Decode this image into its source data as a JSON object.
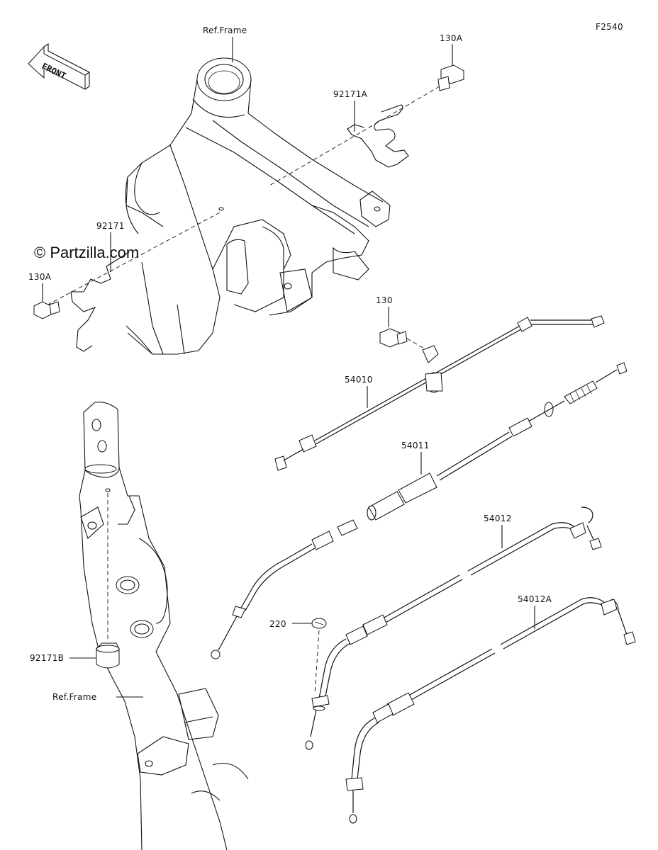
{
  "diagram_code": "F2540",
  "watermark": "© Partzilla.com",
  "front_arrow": "FRONT",
  "labels": {
    "ref_frame_top": "Ref.Frame",
    "ref_frame_bottom": "Ref.Frame",
    "bolt_130A_top": "130A",
    "bolt_130A_left": "130A",
    "bolt_130": "130",
    "clamp_92171A": "92171A",
    "clamp_92171": "92171",
    "clamp_92171B": "92171B",
    "cable_54010": "54010",
    "cable_54011": "54011",
    "cable_54012": "54012",
    "cable_54012A": "54012A",
    "screw_220": "220"
  }
}
